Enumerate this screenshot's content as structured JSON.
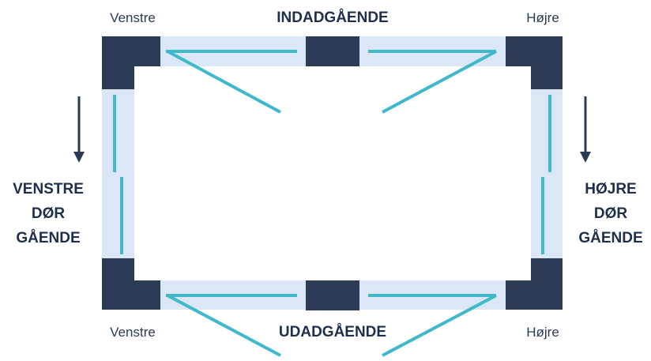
{
  "labels": {
    "top_left": "Venstre",
    "top_center": "INDADGÅENDE",
    "top_right": "Højre",
    "bottom_left": "Venstre",
    "bottom_center": "UDADGÅENDE",
    "bottom_right": "Højre",
    "left_side": [
      "VENSTRE",
      "DØR",
      "GÅENDE"
    ],
    "right_side": [
      "HØJRE",
      "DØR",
      "GÅENDE"
    ]
  },
  "colors": {
    "frame": "#dbe7f7",
    "block": "#2b3a55",
    "leaf": "#3fb8c9",
    "arrow": "#2b3a55"
  }
}
